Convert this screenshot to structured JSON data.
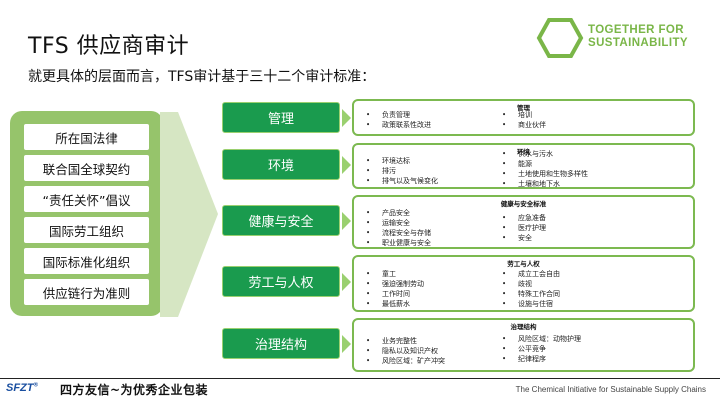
{
  "header": {
    "title": "TFS 供应商审计",
    "subtitle": "就更具体的层面而言，TFS审计基于三十二个审计标准："
  },
  "logo": {
    "line1": "TOGETHER FOR",
    "line2": "SUSTAINABILITY",
    "color": "#7ab648"
  },
  "left_panel": {
    "items": [
      "所在国法律",
      "联合国全球契约",
      "“责任关怀”倡议",
      "国际劳工组织",
      "国际标准化组织",
      "供应链行为准则"
    ]
  },
  "categories": [
    {
      "label": "管理",
      "heading": "管理",
      "col1": [
        "负责管理",
        "政策联系性改进"
      ],
      "col2": [
        "培训",
        "商业伙伴"
      ]
    },
    {
      "label": "环境",
      "heading": "环境",
      "col1": [
        "环境达标",
        "排污",
        "排气以及气候变化"
      ],
      "col2": [
        "供水与污水",
        "能源",
        "土地使用和生物多样性",
        "土壤和地下水"
      ]
    },
    {
      "label": "健康与安全",
      "heading": "健康与安全标准",
      "col1": [
        "产品安全",
        "运输安全",
        "流程安全与存储",
        "职业健康与安全"
      ],
      "col2": [
        "应急准备",
        "医疗护理",
        "安全"
      ]
    },
    {
      "label": "劳工与人权",
      "heading": "劳工与人权",
      "col1": [
        "童工",
        "强迫强制劳动",
        "工作时间",
        "最低薪水"
      ],
      "col2": [
        "成立工会自由",
        "歧视",
        "特殊工作合同",
        "设施与住宿"
      ]
    },
    {
      "label": "治理结构",
      "heading": "治理结构",
      "col1": [
        "业务完整性",
        "隐私以及知识产权",
        "风险区域：矿产冲突"
      ],
      "col2": [
        "风险区域：动物护理",
        "公平竞争",
        "纪律程序"
      ]
    }
  ],
  "footer": {
    "logo_text": "SFZT",
    "slogan": "四方友信~为优秀企业包装",
    "right_text": "The Chemical Initiative for Sustainable Supply Chains"
  },
  "colors": {
    "category_fill": "#1a9b4e",
    "accent_light": "#96c46b",
    "border": "#7cb950"
  }
}
